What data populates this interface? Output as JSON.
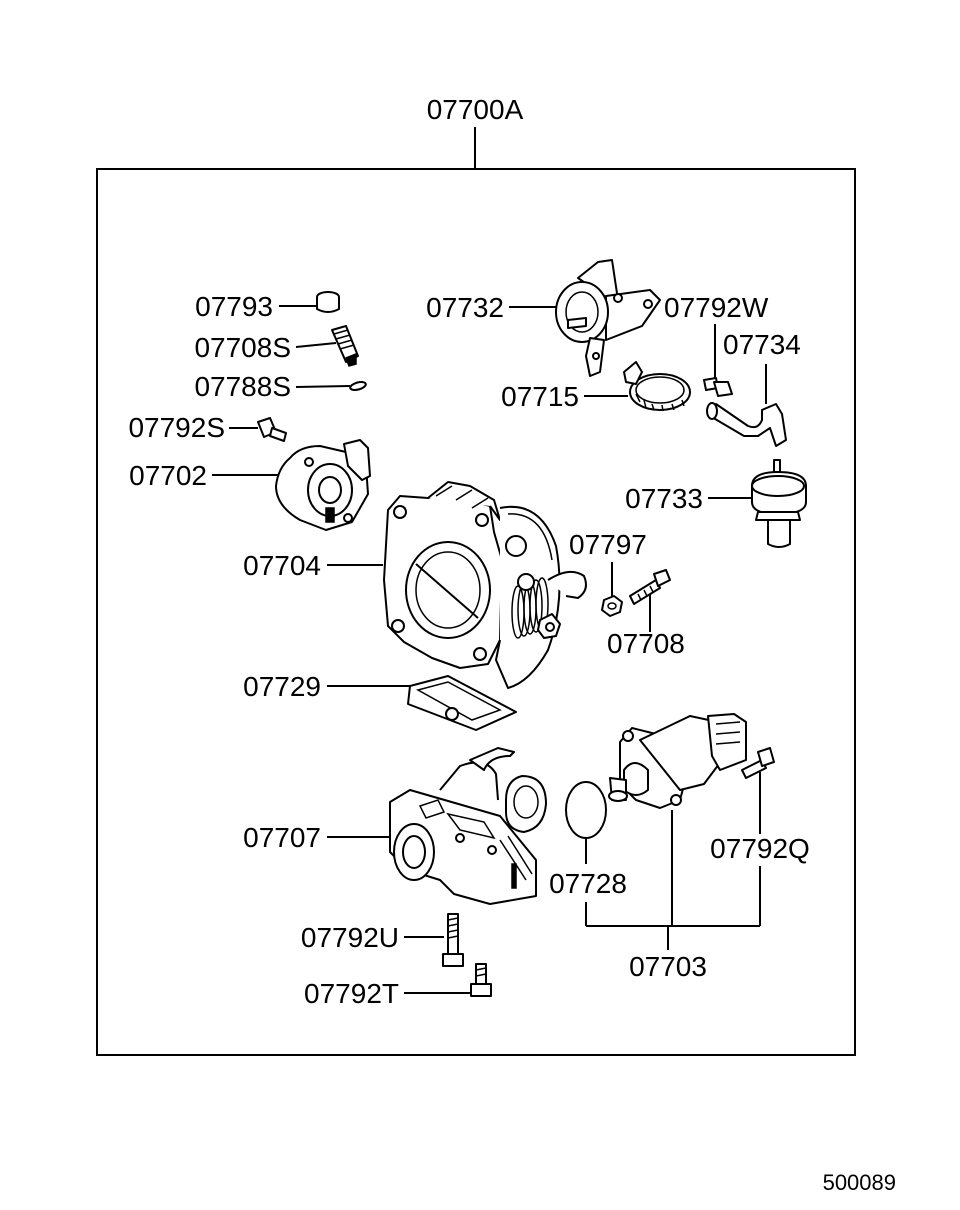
{
  "assembly": {
    "number": "07700A",
    "parts": [
      {
        "id": "p07793",
        "number": "07793",
        "icon": "cap-icon"
      },
      {
        "id": "p07708S",
        "number": "07708S",
        "icon": "screw-spring-icon"
      },
      {
        "id": "p07788S",
        "number": "07788S",
        "icon": "o-ring-icon"
      },
      {
        "id": "p07792S",
        "number": "07792S",
        "icon": "screw-icon"
      },
      {
        "id": "p07702",
        "number": "07702",
        "icon": "throttle-position-sensor-icon"
      },
      {
        "id": "p07704",
        "number": "07704",
        "icon": "throttle-body-icon"
      },
      {
        "id": "p07729",
        "number": "07729",
        "icon": "gasket-icon"
      },
      {
        "id": "p07707",
        "number": "07707",
        "icon": "air-valve-housing-icon"
      },
      {
        "id": "p07792U",
        "number": "07792U",
        "icon": "bolt-icon"
      },
      {
        "id": "p07792T",
        "number": "07792T",
        "icon": "bolt-icon"
      },
      {
        "id": "p07732",
        "number": "07732",
        "icon": "dashpot-bracket-icon"
      },
      {
        "id": "p07792W",
        "number": "07792W",
        "icon": "screw-icon"
      },
      {
        "id": "p07734",
        "number": "07734",
        "icon": "hose-icon"
      },
      {
        "id": "p07715",
        "number": "07715",
        "icon": "hose-clamp-icon"
      },
      {
        "id": "p07733",
        "number": "07733",
        "icon": "dashpot-icon"
      },
      {
        "id": "p07797",
        "number": "07797",
        "icon": "nut-icon"
      },
      {
        "id": "p07708",
        "number": "07708",
        "icon": "bolt-icon"
      },
      {
        "id": "p07728",
        "number": "07728",
        "icon": "o-ring-icon"
      },
      {
        "id": "p07792Q",
        "number": "07792Q",
        "icon": "screw-icon"
      },
      {
        "id": "p07703",
        "number": "07703",
        "icon": "idle-speed-control-servo-icon"
      }
    ]
  },
  "figure_code": "500089"
}
